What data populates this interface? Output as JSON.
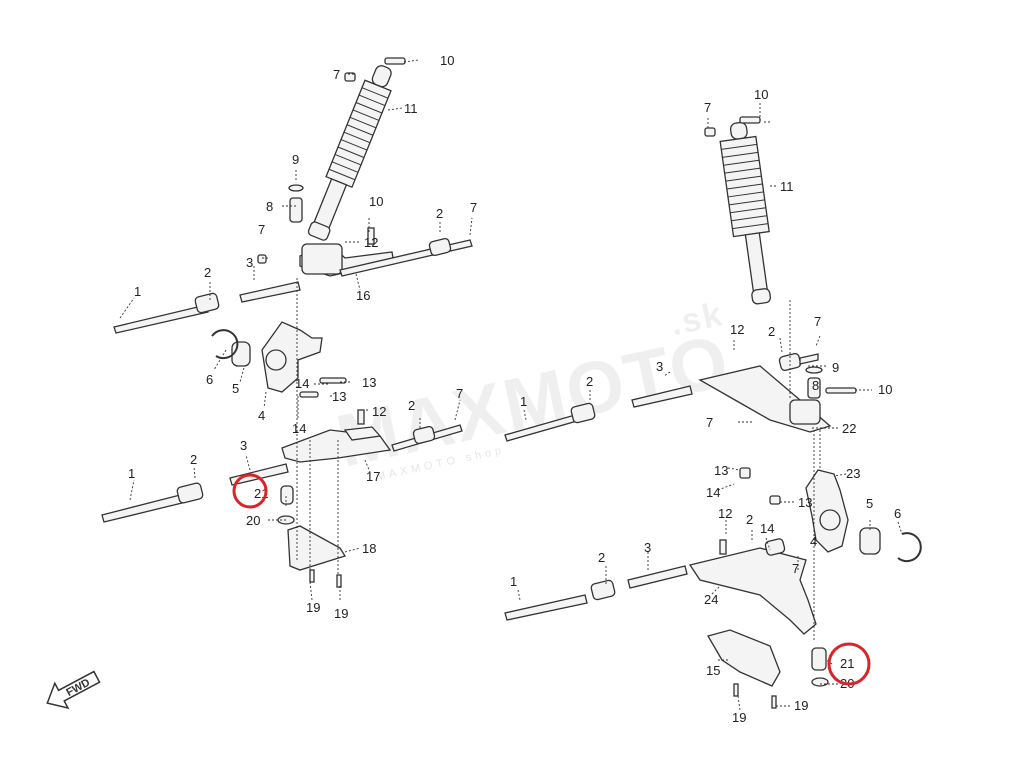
{
  "watermark": {
    "text": "MAXMOTO",
    "suffix": ".sk",
    "tagline": "MAXMOTO shop"
  },
  "direction_arrow": {
    "label": "FWD"
  },
  "highlight_color": "#d9252a",
  "left_assembly": {
    "callouts": {
      "n10_top": "10",
      "n7_top": "7",
      "n11": "11",
      "n9": "9",
      "n8": "8",
      "n10_mid": "10",
      "n7_a": "7",
      "n12_a": "12",
      "n2_a": "2",
      "n7_b": "7",
      "n3_a": "3",
      "n2_b": "2",
      "n16": "16",
      "n1_a": "1",
      "n6": "6",
      "n5": "5",
      "n4": "4",
      "n14_a": "14",
      "n13_a": "13",
      "n13_b": "13",
      "n12_b": "12",
      "n7_c": "7",
      "n2_c": "2",
      "n14_b": "14",
      "n3_b": "3",
      "n2_d": "2",
      "n17": "17",
      "n1_b": "1",
      "n21": "21",
      "n20": "20",
      "n18": "18",
      "n19_a": "19",
      "n19_b": "19"
    }
  },
  "right_assembly": {
    "callouts": {
      "n7_top": "7",
      "n10_top": "10",
      "n11": "11",
      "n12": "12",
      "n2_a": "2",
      "n7_a": "7",
      "n9": "9",
      "n3_a": "3",
      "n8": "8",
      "n10_mid": "10",
      "n2_b": "2",
      "n1_a": "1",
      "n7_b": "7",
      "n22": "22",
      "n13_a": "13",
      "n23": "23",
      "n14_a": "14",
      "n13_b": "13",
      "n5": "5",
      "n6": "6",
      "n12_b": "12",
      "n2_c": "2",
      "n14_b": "14",
      "n4": "4",
      "n2_d": "2",
      "n3_b": "3",
      "n7_c": "7",
      "n1_b": "1",
      "n24": "24",
      "n21": "21",
      "n20": "20",
      "n15": "15",
      "n19_a": "19",
      "n19_b": "19"
    }
  }
}
